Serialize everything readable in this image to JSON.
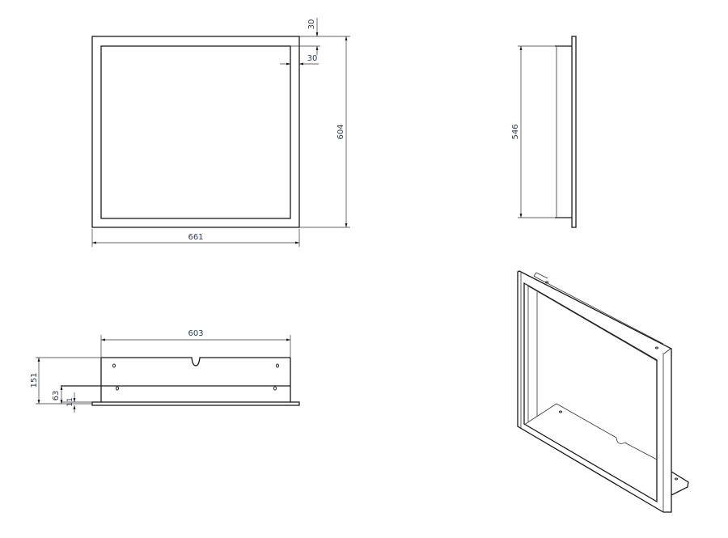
{
  "drawing": {
    "front_view": {
      "width_label": "661",
      "height_label": "604",
      "frame_top_label": "30",
      "frame_side_label": "30"
    },
    "side_view": {
      "depth_inner_label": "546"
    },
    "bottom_view": {
      "inner_width_label": "603",
      "total_depth_label": "151",
      "mid_depth_label": "63",
      "plate_thickness_label": "11"
    },
    "isometric_view": {}
  }
}
